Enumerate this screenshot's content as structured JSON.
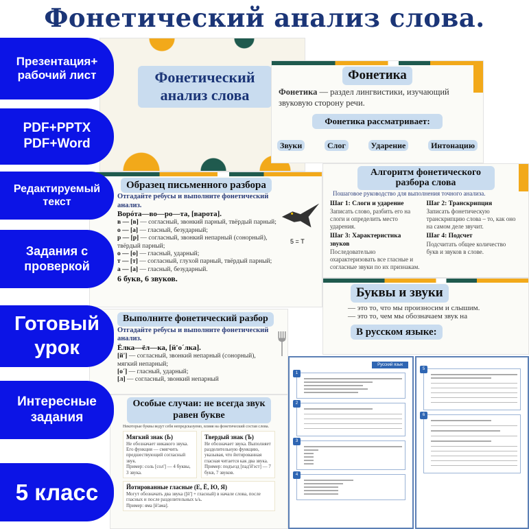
{
  "title": "Фонетический анализ слова.",
  "badges": [
    "Презентация+ рабочий лист",
    "PDF+PPTX PDF+Word",
    "Редактируемый текст",
    "Задания с проверкой",
    "Готовый урок",
    "Интересные задания",
    "5 класс"
  ],
  "cover": {
    "title": "Фонетический анализ слова"
  },
  "fonetika": {
    "title": "Фонетика",
    "term": "Фонетика",
    "definition": " — раздел лингвистики, изучающий звуковую сторону речи.",
    "subtitle": "Фонетика рассматривает:",
    "items": [
      "Звуки",
      "Слог",
      "Ударение",
      "Интонацию"
    ]
  },
  "obrazec": {
    "title": "Образец письменного разбора",
    "task": "Отгадайте ребусы и выполните фонетический анализ.",
    "word": "Ворóта—во—ро—та, [варота].",
    "lines": [
      [
        "в — [в]",
        " — согласный, звонкий парный, твёрдый парный;"
      ],
      [
        "о — [а]",
        " — гласный, безударный;"
      ],
      [
        "р — [р]",
        " — согласный, звонкий непарный (сонорный), твёрдый парный;"
      ],
      [
        "о — [о]",
        " — гласный, ударный;"
      ],
      [
        "т — [т]",
        " — согласный, глухой парный, твёрдый парный;"
      ],
      [
        "а — [а]",
        " — гласный, безударный."
      ]
    ],
    "total": "6 букв, 6 звуков.",
    "rebus": "5 = Т"
  },
  "algoritm": {
    "title": "Алгоритм фонетического разбора слова",
    "subtitle": "Пошаговое руководство для выполнения точного анализа.",
    "steps": [
      {
        "title": "Шаг 1: Слоги и ударение",
        "text": "Записать слово, разбить его на слоги и определить место ударения."
      },
      {
        "title": "Шаг 2: Транскрипция",
        "text": "Записать фонетическую транскрипцию слова – то, как оно на самом деле звучит."
      },
      {
        "title": "Шаг 3: Характеристика звуков",
        "text": "Последовательно охарактеризовать все гласные и согласные звуки по их признакам."
      },
      {
        "title": "Шаг 4: Подсчет",
        "text": "Подсчитать общее количество букв и звуков в слове."
      }
    ]
  },
  "bukvy": {
    "title": "Буквы и звуки",
    "line1": "— это то, что мы произносим и слышим.",
    "line2": "— это то, чем мы обозначаем звук на",
    "subtitle": "В русском языке:"
  },
  "vypolnite": {
    "title": "Выполните фонетический разбор",
    "task": "Отгадайте ребусы и выполните фонетический анализ.",
    "word": "Ёлка—ёл—ка, [й'о´лка].",
    "lines": [
      [
        "[й']",
        " — согласный, звонкий непарный (сонорный), мягкий непарный;"
      ],
      [
        "[о´]",
        " — гласный, ударный;"
      ],
      [
        "[л]",
        " — согласный, звонкий непарный"
      ]
    ]
  },
  "osobye": {
    "title": "Особые случаи: не всегда звук равен букве",
    "intro": "Некоторые буквы ведут себя непредсказуемо, влияя на фонетический состав слова.",
    "cards": [
      {
        "title": "Мягкий знак (Ь)",
        "text": "Не обозначает никакого звука. Его функция — смягчить предшествующий согласный звук.",
        "example": "Пример: соль [сол'] — 4 буквы, 3 звука."
      },
      {
        "title": "Твердый знак (Ъ)",
        "text": "Не обозначает звука. Выполняет разделительную функцию, указывая, что йотированная гласная читается как два звука.",
        "example": "Пример: подъезд [пад'й'эст] — 7 букв, 7 звуков."
      },
      {
        "title": "Йотированные гласные (Е, Ё, Ю, Я)",
        "text": "Могут обозначать два звука ([й'] + гласный) в начале слова, после гласных и после разделительных ъ/ь.",
        "example": "Пример: яма [й'ама]."
      }
    ]
  },
  "worksheet": {
    "subject": "Русский язык",
    "tasks1": [
      "1",
      "2",
      "3",
      "4"
    ],
    "tasks2": [
      "5",
      "6"
    ]
  },
  "colors": {
    "badge": "#0c14e6",
    "title": "#1b3577",
    "accent": "#f2a91a",
    "green": "#1f5a4e"
  }
}
